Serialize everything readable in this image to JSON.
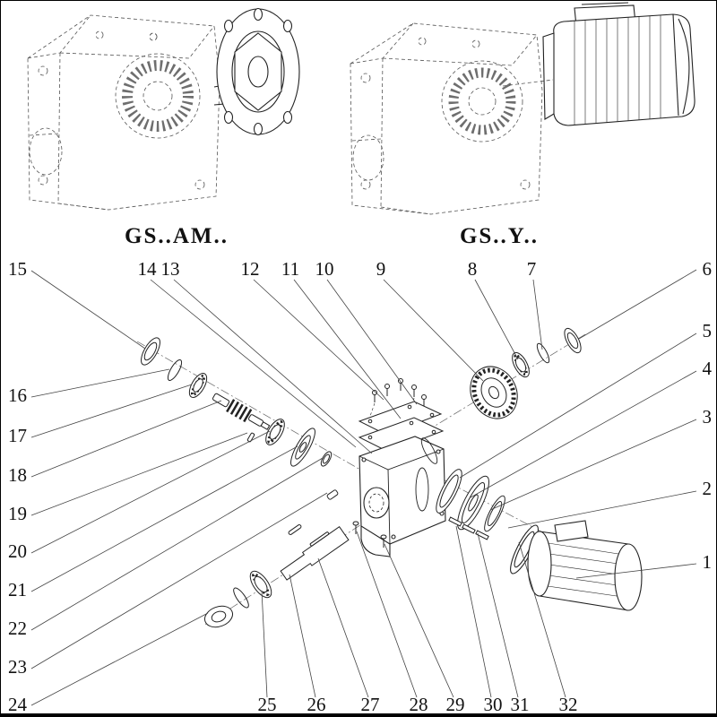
{
  "page": {
    "background": "#ffffff",
    "ink": "#1a1a1a",
    "description_visible_text_only": true
  },
  "models": [
    {
      "id": "gs-am",
      "label": "GS..AM.."
    },
    {
      "id": "gs-y",
      "label": "GS..Y.."
    }
  ],
  "callouts": [
    {
      "num": "15",
      "anchor": "start",
      "text": [
        8,
        306
      ],
      "line": [
        34,
        301,
        161,
        388
      ]
    },
    {
      "num": "16",
      "anchor": "start",
      "text": [
        8,
        447
      ],
      "line": [
        34,
        442,
        188,
        411
      ]
    },
    {
      "num": "17",
      "anchor": "start",
      "text": [
        8,
        492
      ],
      "line": [
        34,
        487,
        213,
        428
      ]
    },
    {
      "num": "18",
      "anchor": "start",
      "text": [
        8,
        536
      ],
      "line": [
        34,
        531,
        246,
        446
      ]
    },
    {
      "num": "19",
      "anchor": "start",
      "text": [
        8,
        579
      ],
      "line": [
        34,
        574,
        275,
        482
      ]
    },
    {
      "num": "20",
      "anchor": "start",
      "text": [
        8,
        621
      ],
      "line": [
        34,
        616,
        300,
        480
      ]
    },
    {
      "num": "21",
      "anchor": "start",
      "text": [
        8,
        664
      ],
      "line": [
        34,
        659,
        331,
        497
      ]
    },
    {
      "num": "22",
      "anchor": "start",
      "text": [
        8,
        707
      ],
      "line": [
        34,
        702,
        359,
        510
      ]
    },
    {
      "num": "23",
      "anchor": "start",
      "text": [
        8,
        750
      ],
      "line": [
        34,
        745,
        364,
        549
      ]
    },
    {
      "num": "24",
      "anchor": "start",
      "text": [
        8,
        792
      ],
      "line": [
        34,
        786,
        231,
        683
      ]
    },
    {
      "num": "14",
      "anchor": "middle",
      "text": [
        163,
        306
      ],
      "line": [
        167,
        311,
        396,
        498
      ]
    },
    {
      "num": "13",
      "anchor": "middle",
      "text": [
        189,
        306
      ],
      "line": [
        193,
        311,
        414,
        505
      ]
    },
    {
      "num": "12",
      "anchor": "middle",
      "text": [
        278,
        306
      ],
      "line": [
        282,
        311,
        427,
        445
      ]
    },
    {
      "num": "11",
      "anchor": "middle",
      "text": [
        323,
        306
      ],
      "line": [
        327,
        311,
        446,
        466
      ]
    },
    {
      "num": "10",
      "anchor": "middle",
      "text": [
        361,
        306
      ],
      "line": [
        364,
        311,
        464,
        450
      ]
    },
    {
      "num": "9",
      "anchor": "middle",
      "text": [
        424,
        306
      ],
      "line": [
        427,
        311,
        538,
        424
      ]
    },
    {
      "num": "8",
      "anchor": "middle",
      "text": [
        526,
        306
      ],
      "line": [
        529,
        311,
        577,
        400
      ]
    },
    {
      "num": "7",
      "anchor": "middle",
      "text": [
        592,
        306
      ],
      "line": [
        594,
        311,
        604,
        389
      ]
    },
    {
      "num": "6",
      "anchor": "end",
      "text": [
        793,
        306
      ],
      "line": [
        776,
        300,
        645,
        377
      ]
    },
    {
      "num": "5",
      "anchor": "end",
      "text": [
        793,
        375
      ],
      "line": [
        776,
        371,
        512,
        532
      ]
    },
    {
      "num": "4",
      "anchor": "end",
      "text": [
        793,
        417
      ],
      "line": [
        776,
        413,
        524,
        554
      ]
    },
    {
      "num": "3",
      "anchor": "end",
      "text": [
        793,
        471
      ],
      "line": [
        776,
        467,
        546,
        568
      ]
    },
    {
      "num": "2",
      "anchor": "end",
      "text": [
        793,
        551
      ],
      "line": [
        776,
        547,
        566,
        588
      ]
    },
    {
      "num": "1",
      "anchor": "end",
      "text": [
        793,
        633
      ],
      "line": [
        776,
        628,
        642,
        644
      ]
    },
    {
      "num": "25",
      "anchor": "middle",
      "text": [
        297,
        792
      ],
      "line": [
        297,
        777,
        291,
        658
      ]
    },
    {
      "num": "26",
      "anchor": "middle",
      "text": [
        352,
        792
      ],
      "line": [
        351,
        777,
        322,
        640
      ]
    },
    {
      "num": "27",
      "anchor": "middle",
      "text": [
        412,
        792
      ],
      "line": [
        410,
        777,
        354,
        622
      ]
    },
    {
      "num": "28",
      "anchor": "middle",
      "text": [
        466,
        792
      ],
      "line": [
        464,
        777,
        397,
        592
      ]
    },
    {
      "num": "29",
      "anchor": "middle",
      "text": [
        507,
        792
      ],
      "line": [
        505,
        777,
        428,
        606
      ]
    },
    {
      "num": "30",
      "anchor": "middle",
      "text": [
        549,
        792
      ],
      "line": [
        547,
        777,
        508,
        586
      ]
    },
    {
      "num": "31",
      "anchor": "middle",
      "text": [
        579,
        792
      ],
      "line": [
        577,
        777,
        532,
        594
      ]
    },
    {
      "num": "32",
      "anchor": "middle",
      "text": [
        633,
        792
      ],
      "line": [
        630,
        777,
        578,
        604
      ]
    }
  ]
}
